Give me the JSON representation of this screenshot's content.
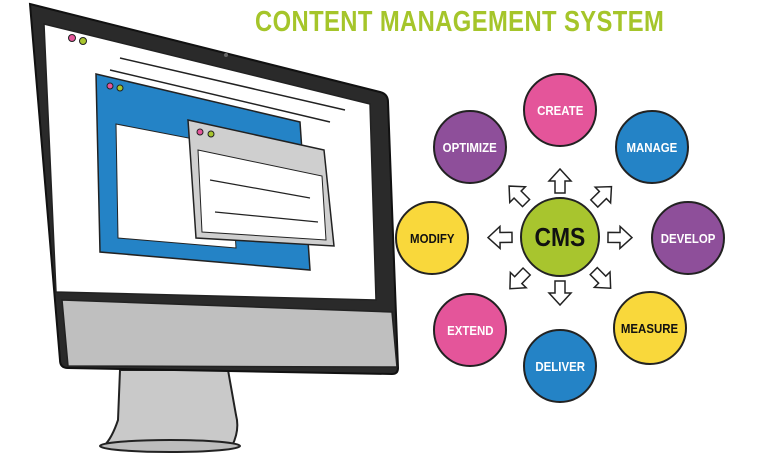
{
  "title": "CONTENT MANAGEMENT SYSTEM",
  "center": {
    "label": "CMS",
    "color": "#a8c52e"
  },
  "nodes": [
    {
      "label": "CREATE",
      "color": "#e4559a",
      "text": "#ffffff"
    },
    {
      "label": "MANAGE",
      "color": "#2483c6",
      "text": "#ffffff"
    },
    {
      "label": "DEVELOP",
      "color": "#8e4f9a",
      "text": "#ffffff"
    },
    {
      "label": "MEASURE",
      "color": "#f9d83b",
      "text": "#111111"
    },
    {
      "label": "DELIVER",
      "color": "#2483c6",
      "text": "#ffffff"
    },
    {
      "label": "EXTEND",
      "color": "#e4559a",
      "text": "#ffffff"
    },
    {
      "label": "MODIFY",
      "color": "#f9d83b",
      "text": "#111111"
    },
    {
      "label": "OPTIMIZE",
      "color": "#8e4f9a",
      "text": "#ffffff"
    }
  ]
}
